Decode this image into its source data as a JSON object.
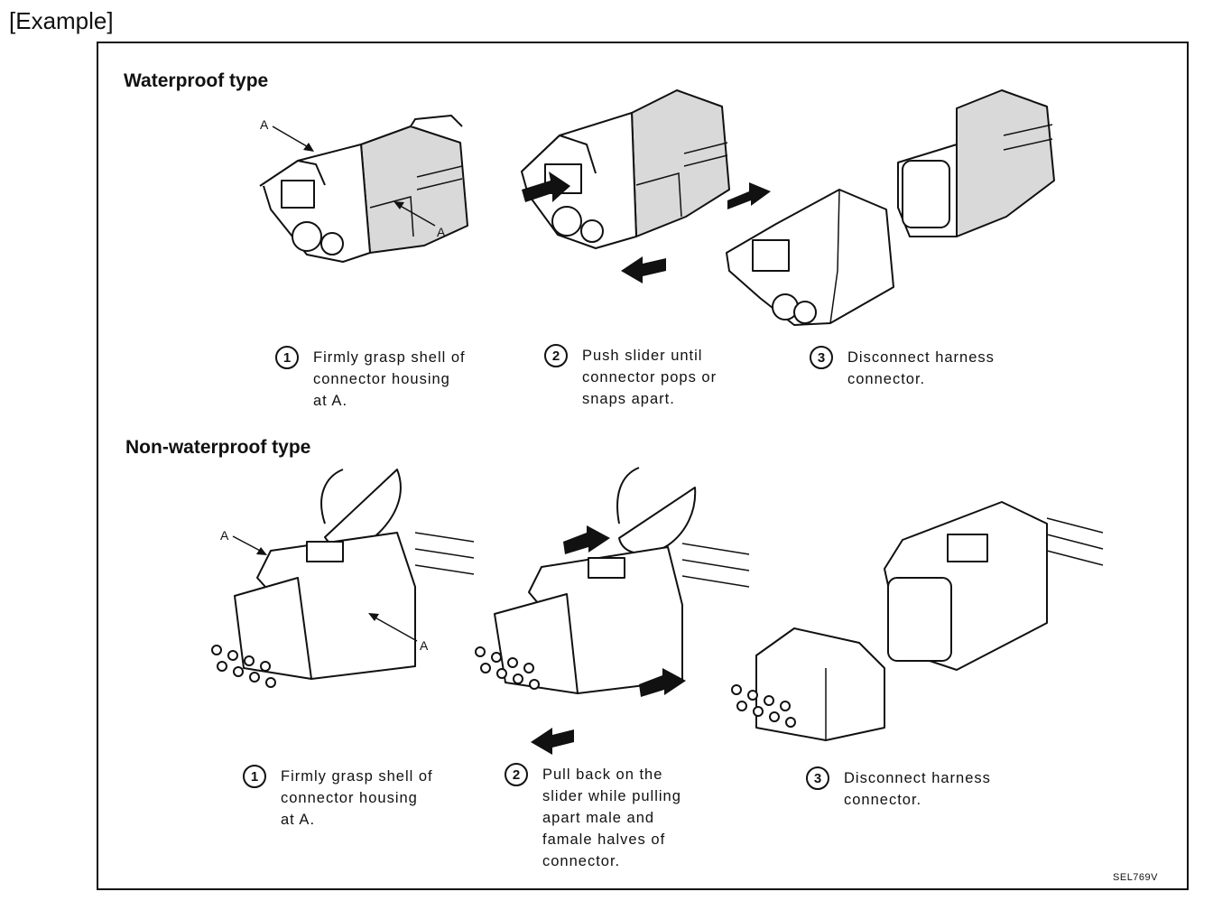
{
  "example_label": "[Example]",
  "waterproof": {
    "heading": "Waterproof type",
    "steps": [
      {
        "num": "1",
        "text": "Firmly grasp shell of\nconnector housing\nat A."
      },
      {
        "num": "2",
        "text": "Push slider until\nconnector pops or\nsnaps apart."
      },
      {
        "num": "3",
        "text": "Disconnect harness\nconnector."
      }
    ],
    "callout": "A"
  },
  "non_waterproof": {
    "heading": "Non-waterproof type",
    "steps": [
      {
        "num": "1",
        "text": "Firmly grasp shell of\nconnector housing\nat A."
      },
      {
        "num": "2",
        "text": "Pull back on the\nslider while pulling\napart male and\nfamale halves of\nconnector."
      },
      {
        "num": "3",
        "text": "Disconnect harness\nconnector."
      }
    ],
    "callout": "A"
  },
  "figure_code": "SEL769V"
}
